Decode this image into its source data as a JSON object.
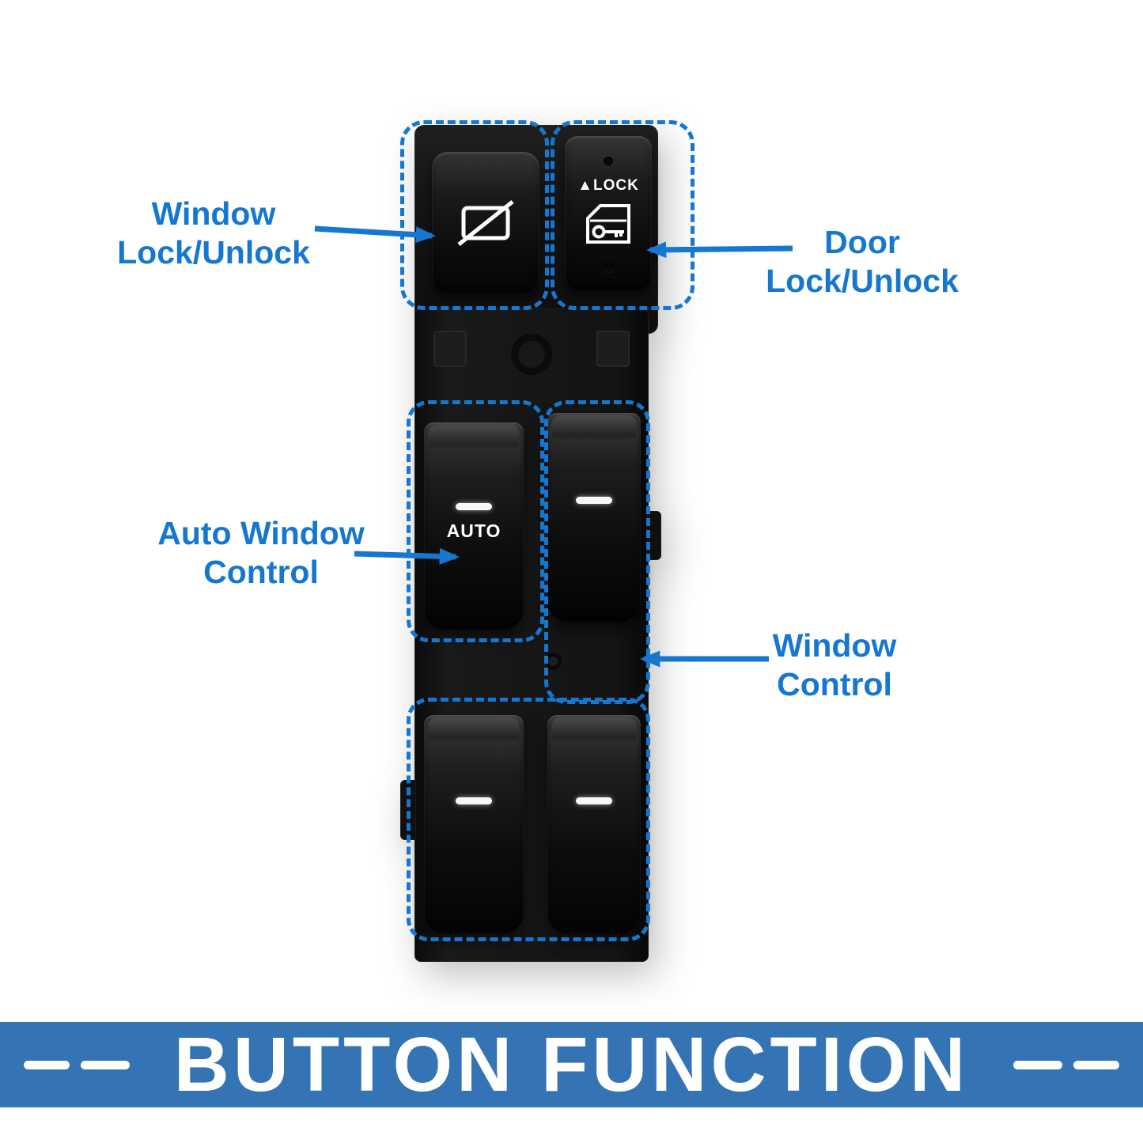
{
  "colors": {
    "annotation_blue": "#1577d0",
    "banner_blue": "#3474b5"
  },
  "annotations": {
    "window_lock": {
      "line1": "Window",
      "line2": "Lock/Unlock"
    },
    "door_lock": {
      "line1": "Door",
      "line2": "Lock/Unlock"
    },
    "auto_window": {
      "line1": "Auto Window",
      "line2": "Control"
    },
    "window_control": {
      "line1": "Window",
      "line2": "Control"
    }
  },
  "switch": {
    "door_lock_label": "▲LOCK",
    "auto_label": "AUTO",
    "icons": {
      "window_lock": "window-lock-icon",
      "door_lock": "door-key-icon"
    }
  },
  "banner": {
    "title": "BUTTON FUNCTION"
  }
}
